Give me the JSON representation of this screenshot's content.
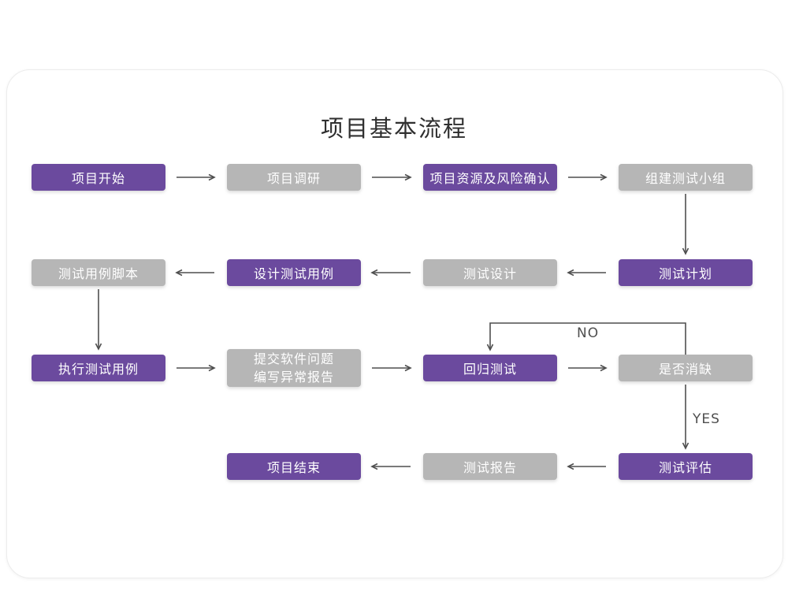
{
  "title": "项目基本流程",
  "colors": {
    "node_purple": "#6b4a9e",
    "node_gray": "#b6b6b6",
    "node_text": "#ffffff",
    "arrow": "#4f4f4f",
    "title_text": "#2f2f2f",
    "card_bg": "#ffffff",
    "page_bg": "#ffffff"
  },
  "edge_labels": {
    "no": "NO",
    "yes": "YES"
  },
  "nodes": {
    "start": {
      "label": "项目开始"
    },
    "research": {
      "label": "项目调研"
    },
    "resource_risk": {
      "label": "项目资源及风险确认"
    },
    "build_team": {
      "label": "组建测试小组"
    },
    "test_plan": {
      "label": "测试计划"
    },
    "test_design": {
      "label": "测试设计"
    },
    "design_cases": {
      "label": "设计测试用例"
    },
    "case_script": {
      "label": "测试用例脚本"
    },
    "execute_cases": {
      "label": "执行测试用例"
    },
    "issue_report": {
      "line1": "提交软件问题",
      "line2": "编写异常报告"
    },
    "regression": {
      "label": "回归测试"
    },
    "defect_check": {
      "label": "是否消缺"
    },
    "evaluate": {
      "label": "测试评估"
    },
    "test_report": {
      "label": "测试报告"
    },
    "end": {
      "label": "项目结束"
    }
  }
}
